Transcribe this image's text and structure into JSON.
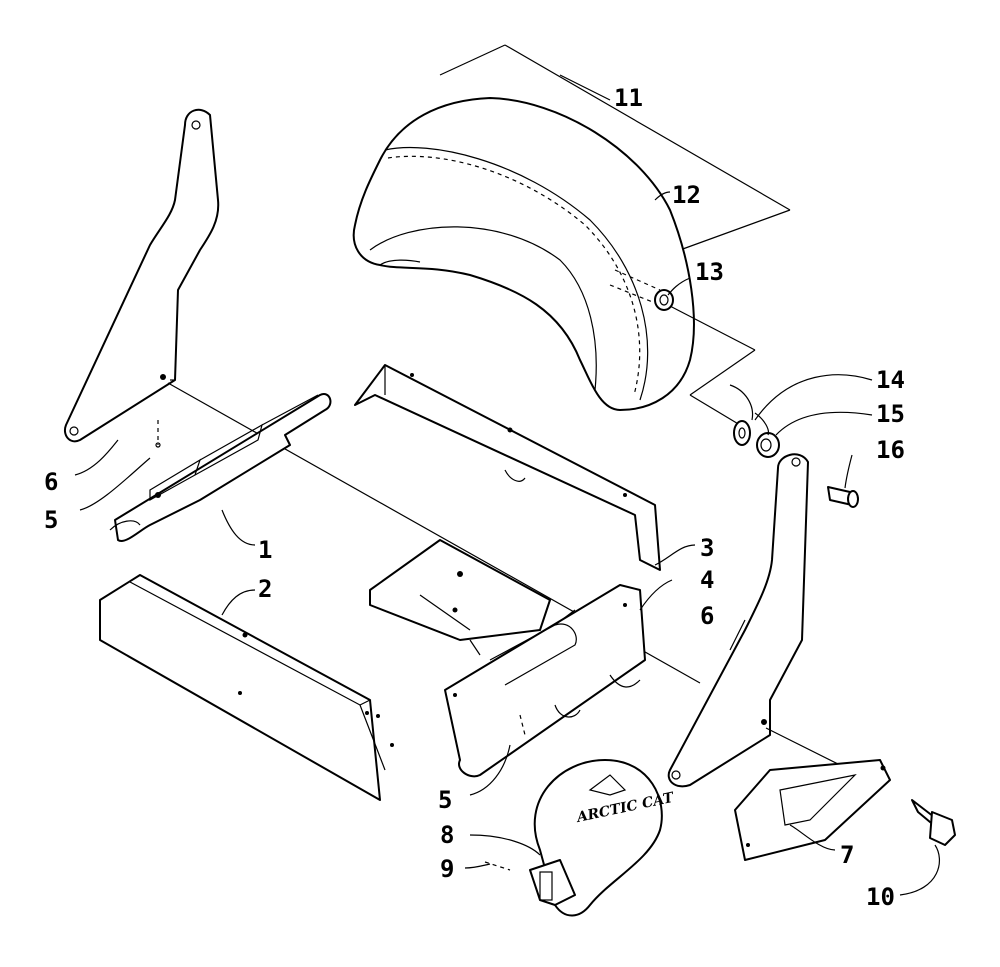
{
  "diagram": {
    "logo_text": "ARCTIC CAT",
    "callouts": [
      {
        "id": "c1",
        "label": "1"
      },
      {
        "id": "c2",
        "label": "2"
      },
      {
        "id": "c3",
        "label": "3"
      },
      {
        "id": "c4",
        "label": "4"
      },
      {
        "id": "c5a",
        "label": "5"
      },
      {
        "id": "c5b",
        "label": "5"
      },
      {
        "id": "c6a",
        "label": "6"
      },
      {
        "id": "c6b",
        "label": "6"
      },
      {
        "id": "c7",
        "label": "7"
      },
      {
        "id": "c8",
        "label": "8"
      },
      {
        "id": "c9",
        "label": "9"
      },
      {
        "id": "c10",
        "label": "10"
      },
      {
        "id": "c11",
        "label": "11"
      },
      {
        "id": "c12",
        "label": "12"
      },
      {
        "id": "c13",
        "label": "13"
      },
      {
        "id": "c14",
        "label": "14"
      },
      {
        "id": "c15",
        "label": "15"
      },
      {
        "id": "c16",
        "label": "16"
      }
    ]
  }
}
